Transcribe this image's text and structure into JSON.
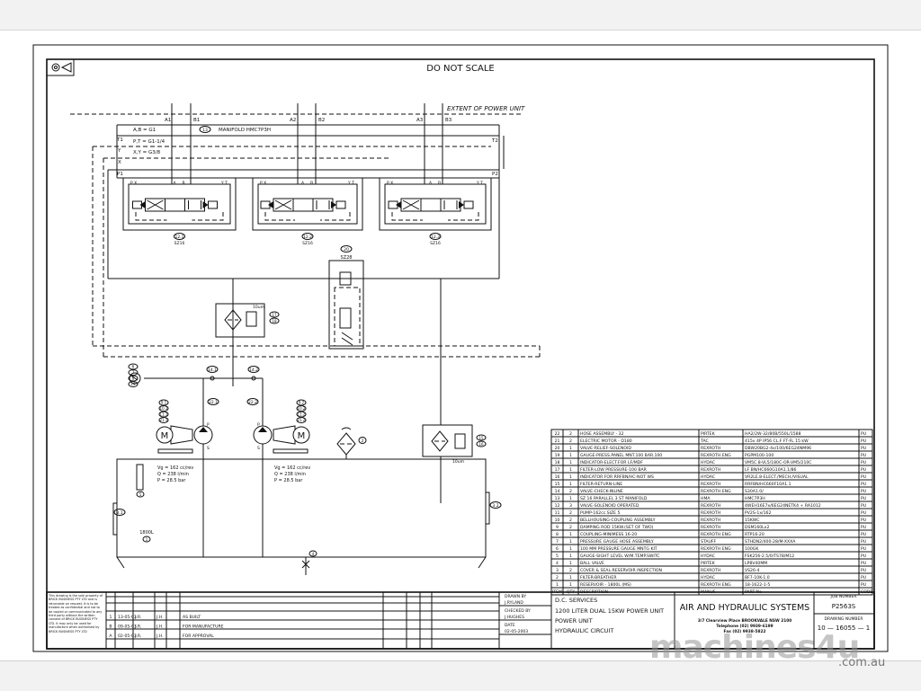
{
  "header": {
    "title": "DO NOT SCALE"
  },
  "diagram": {
    "extent_label": "EXTENT OF POWER UNIT",
    "manifold_label": "MANIFOLD HMC7P3H",
    "manifold_item": "13",
    "port_sizes": [
      "A,B = G1",
      "P,T = G1-1/4",
      "X,Y = G3/8"
    ],
    "manifold_ports": {
      "t1": "T1",
      "y": "Y",
      "x": "X",
      "p1": "P1",
      "t2": "T2",
      "p2": "P2"
    },
    "work_ports": [
      "A1",
      "B1",
      "A2",
      "B2",
      "A3",
      "B3"
    ],
    "valve_ports": {
      "left": "P X",
      "a": "A",
      "b": "B",
      "right": "Y T"
    },
    "valves": [
      {
        "item": "12.1",
        "size": "SZ16"
      },
      {
        "item": "12.2",
        "size": "SZ16"
      },
      {
        "item": "12.3",
        "size": "SZ16"
      }
    ],
    "relief_valve": {
      "item": "20",
      "size": "SZ28"
    },
    "pressure_filter": {
      "rating": "10um",
      "items": [
        "17",
        "18"
      ]
    },
    "return_filter": {
      "rating": "10um",
      "items": [
        "15",
        "16"
      ]
    },
    "gauge_items": [
      "6",
      "7",
      "8",
      "19"
    ],
    "check_valves": [
      "14.1",
      "14.2"
    ],
    "hoses": [
      "22.1",
      "22.2"
    ],
    "motor_group_1": [
      "9.1",
      "10.1",
      "11.1",
      "21.1"
    ],
    "motor_group_2": [
      "9.2",
      "10.2",
      "11.2",
      "21.2"
    ],
    "motor_symbol": "M",
    "pump_ports": {
      "pressure": "P",
      "suction": "S"
    },
    "pump_specs": [
      "Vg = 162  cc/rev",
      "Q = 238  l/min",
      "P = 28.5 bar"
    ],
    "breather_item": "2",
    "reservoir": {
      "volume": "1800L",
      "item": "1"
    },
    "sight_gauge_item": "5",
    "cover_items": [
      "3.1",
      "3.2"
    ],
    "ball_valve_item": "4"
  },
  "parts_list": {
    "headers": [
      "ITEM",
      "QTY",
      "DESCRIPTION",
      "MANUF.",
      "PART No",
      "CODE"
    ],
    "rows": [
      [
        "22",
        "2",
        "HOSE ASSEMBLY - 32",
        "PIRTEK",
        "HA2/2W-32/80B/550L/1588",
        "PU"
      ],
      [
        "21",
        "2",
        "ELECTRIC MOTOR - D180",
        "TAC",
        "415v 4P IP56 CL.F FT-FL 15 kW",
        "PU"
      ],
      [
        "20",
        "1",
        "VALVE-RELIEF-SOLENOID",
        "REXROTH",
        "DBW20BG2-4x/100/6EG24NM96",
        "PU"
      ],
      [
        "19",
        "1",
        "GAUGE-PRESS.PANEL MNT.100 BAR.100",
        "REXROTH ENG",
        "PGPM100-100",
        "PU"
      ],
      [
        "18",
        "1",
        "INDICATOR-ELECT.FOR LF/MDF",
        "HYDAC",
        "VM5C.8-VL5/180C-OR-VM5/210C",
        "PU"
      ],
      [
        "17",
        "1",
        "FILTER-LOW PRESSURE-100 BAR",
        "REXROTH",
        "LF BN/HC660G10A1.1/86",
        "PU"
      ],
      [
        "16",
        "1",
        "INDICATOR FOR RRFBN/HC-NOT WS",
        "HYDAC",
        "VR2LE.8-ELECT./MECH./VISUAL",
        "PU"
      ],
      [
        "15",
        "1",
        "FILTER-RETURN-LINE",
        "REXROTH",
        "RRFBN/HC660F10A1.1",
        "PU"
      ],
      [
        "14",
        "2",
        "VALVE-CHECK-INLINE",
        "REXROTH ENG",
        "S30A1.0/",
        "PU"
      ],
      [
        "13",
        "1",
        "SZ 16 PARALLEL 3 ST MANIFOLD",
        "HMA",
        "HMC7P3H",
        "PU"
      ],
      [
        "12",
        "3",
        "VALVE-SOLENOID OPERATED",
        "REXROTH",
        "4WEH16E7x/6EG24NETK4 + RA1012",
        "PU"
      ],
      [
        "11",
        "2",
        "PUMP-162cc.SIZE 5",
        "REXROTH",
        "PV2S-1x/162",
        "PU"
      ],
      [
        "10",
        "2",
        "BELLHOUSING-COUPLING ASSEMBLY",
        "REXROTH",
        "15KWC",
        "PU"
      ],
      [
        "9",
        "2",
        "DAMPING ROD 15KW.(SET OF TWO)",
        "REXROTH",
        "DSM160Lx2",
        "PU"
      ],
      [
        "8",
        "1",
        "COUPLING-MINIMESS 16-20",
        "REXROTH ENG",
        "RTP16-20",
        "PU"
      ],
      [
        "7",
        "1",
        "PRESSURE GAUGE HOSE ASSEMBLY",
        "STAUFF",
        "STHDN2/400-28/M-XXXA",
        "PU"
      ],
      [
        "6",
        "1",
        "100 MM PRESSURE GAUGE MNTG KIT",
        "REXROTH ENG",
        "100GK",
        "PU"
      ],
      [
        "5",
        "1",
        "GAUGE-SIGHT LEVEL W/M.TEMP.SWITC",
        "HYDAC",
        "FSK256-2.5/0/TS78/M12",
        "PU"
      ],
      [
        "4",
        "1",
        "BALL VALVE",
        "PIRTEK",
        "LPBV40MM",
        "PU"
      ],
      [
        "3",
        "2",
        "COVER & SEAL-RESERVOIR INSPECTION",
        "REXROTH",
        "VS26-4",
        "PU"
      ],
      [
        "2",
        "1",
        "FILTER-BREATHER",
        "HYDAC",
        "BF7-10K-1.0",
        "PU"
      ],
      [
        "1",
        "1",
        "RESERVOIR - 1800L (MS)",
        "REXROTH ENG",
        "18-1622-1-5",
        "PU"
      ]
    ]
  },
  "ownership_note": "This drawing is the sole property of BRICK BUSINESS PTY LTD and is returnable on request. It is to be treated as confidential and not to be copied or communicated to any third party without the written consent of BRICK BUSINESS PTY LTD. It may only be used for manufacture when authorised by BRICK BUSINESS PTY LTD",
  "revisions": [
    {
      "rev": "1",
      "date": "13-05-03",
      "by": "J.R.",
      "chk": "J.H.",
      "desc": "AS BUILT"
    },
    {
      "rev": "B",
      "date": "09-05-03",
      "by": "J.R.",
      "chk": "J.H.",
      "desc": "FOR MANUFACTURE"
    },
    {
      "rev": "A",
      "date": "02-05-03",
      "by": "J.R.",
      "chk": "J.H.",
      "desc": "FOR APPROVAL"
    }
  ],
  "title_block": {
    "drawn_by_label": "DRAWN BY",
    "drawn_by": "J.RYLAND",
    "checked_by_label": "CHECKED BY",
    "checked_by": "J.HUGHES",
    "date_label": "DATE",
    "date": "02-05-2003",
    "client": "D.C. SERVICES",
    "project": "1200 LITER DUAL 15KW POWER UNIT",
    "subtitle": "POWER UNIT",
    "drawing_title": "HYDRAULIC CIRCUIT",
    "company": "AIR AND HYDRAULIC SYSTEMS",
    "address": "3/7 Clearview Place BROOKVALE NSW 2100",
    "telephone": "Telephone (02) 9939-6199",
    "fax": "Fax (02) 9938-5822",
    "job_number_label": "JOB NUMBER",
    "job_number": "P2563S",
    "drawing_number_label": "DRAWING NUMBER",
    "drawing_number": "10 — 16055 — 1"
  },
  "watermark": {
    "brand": "machines4u",
    "domain": ".com.au"
  }
}
